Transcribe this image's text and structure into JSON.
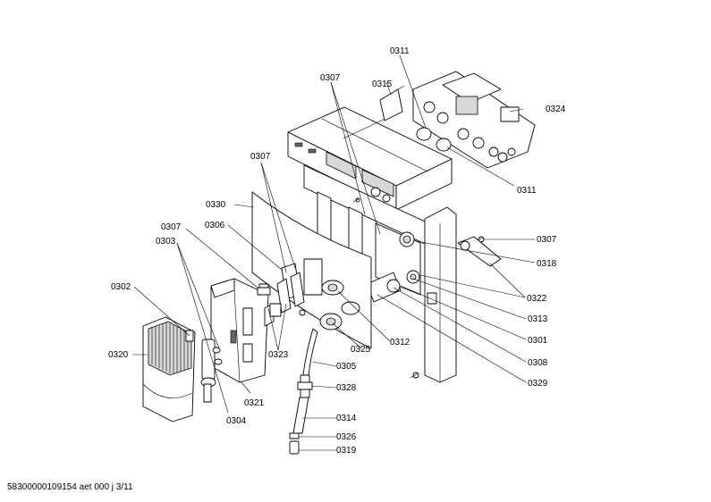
{
  "labels": {
    "l0307a": "0307",
    "l0311a": "0311",
    "l0315": "0315",
    "l0324": "0324",
    "l0311b": "0311",
    "l0307b": "0307",
    "l0330": "0330",
    "l0307c": "0307",
    "l0306": "0306",
    "l0303": "0303",
    "l0302": "0302",
    "l0320": "0320",
    "l0307d": "0307",
    "l0318": "0318",
    "l0322": "0322",
    "l0313": "0313",
    "l0301": "0301",
    "l0312": "0312",
    "l0308": "0308",
    "l0329": "0329",
    "l0323": "0323",
    "l0325": "0325",
    "l0305": "0305",
    "l0328": "0328",
    "l0314": "0314",
    "l0326": "0326",
    "l0319": "0319",
    "l0321": "0321",
    "l0304": "0304"
  },
  "footer": "58300000109154 aet 000 j 3/11"
}
